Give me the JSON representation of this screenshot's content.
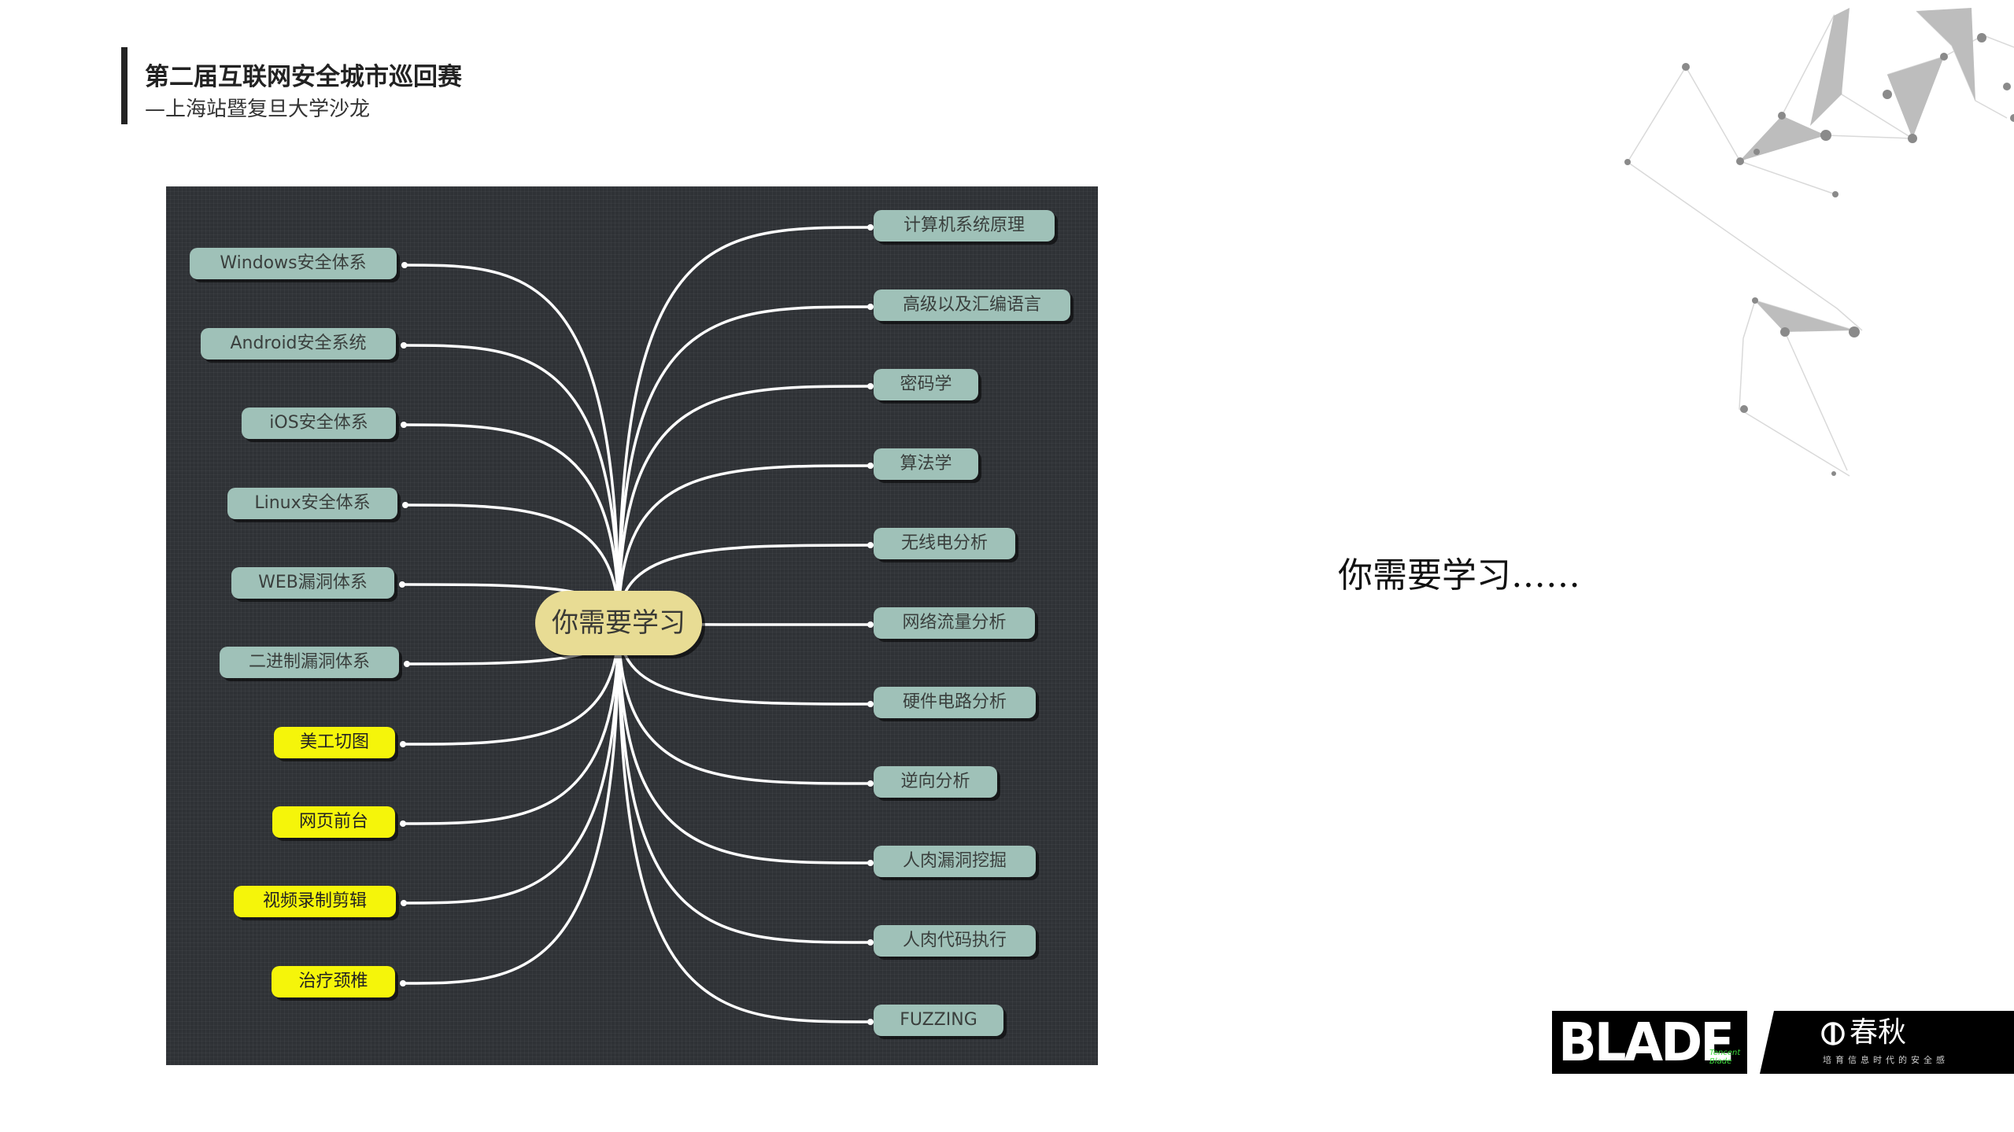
{
  "header": {
    "title": "第二届互联网安全城市巡回赛",
    "subtitle": "—上海站暨复旦大学沙龙"
  },
  "mindmap": {
    "center": "你需要学习",
    "left_nodes": [
      {
        "label": "Windows安全体系",
        "color": "teal"
      },
      {
        "label": "Android安全系统",
        "color": "teal"
      },
      {
        "label": "iOS安全体系",
        "color": "teal"
      },
      {
        "label": "Linux安全体系",
        "color": "teal"
      },
      {
        "label": "WEB漏洞体系",
        "color": "teal"
      },
      {
        "label": "二进制漏洞体系",
        "color": "teal"
      },
      {
        "label": "美工切图",
        "color": "yellow"
      },
      {
        "label": "网页前台",
        "color": "yellow"
      },
      {
        "label": "视频录制剪辑",
        "color": "yellow"
      },
      {
        "label": "治疗颈椎",
        "color": "yellow"
      }
    ],
    "right_nodes": [
      {
        "label": "计算机系统原理",
        "color": "teal"
      },
      {
        "label": "高级以及汇编语言",
        "color": "teal"
      },
      {
        "label": "密码学",
        "color": "teal"
      },
      {
        "label": "算法学",
        "color": "teal"
      },
      {
        "label": "无线电分析",
        "color": "teal"
      },
      {
        "label": "网络流量分析",
        "color": "teal"
      },
      {
        "label": "硬件电路分析",
        "color": "teal"
      },
      {
        "label": "逆向分析",
        "color": "teal"
      },
      {
        "label": "人肉漏洞挖掘",
        "color": "teal"
      },
      {
        "label": "人肉代码执行",
        "color": "teal"
      },
      {
        "label": "FUZZING",
        "color": "teal"
      }
    ]
  },
  "side_text": "你需要学习……",
  "logos": {
    "blade_word": "BLADE",
    "blade_small": "Tencent Blade",
    "brand": "春秋",
    "slogan": "培育信息时代的安全感"
  }
}
